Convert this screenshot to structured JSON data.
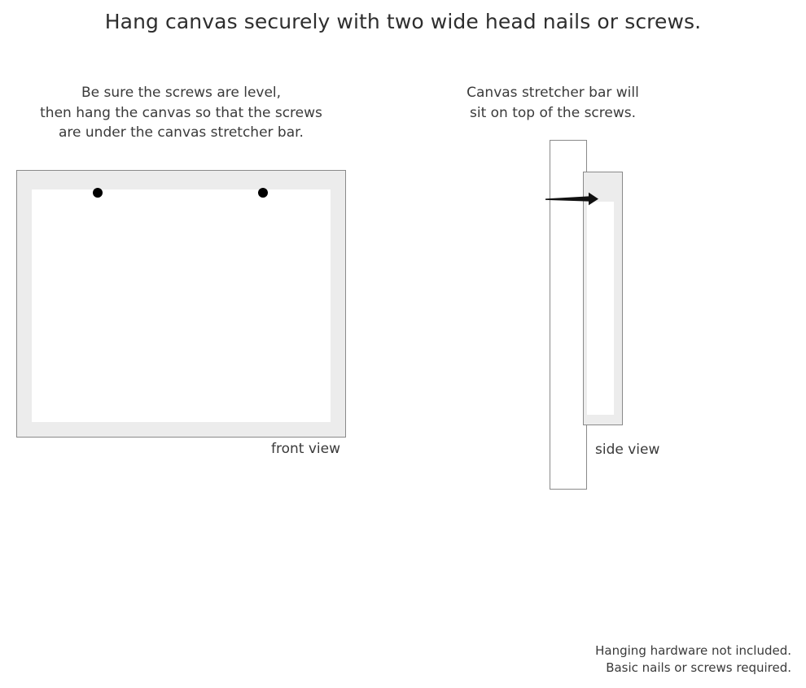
{
  "headline": "Hang canvas securely with two wide head nails or screws.",
  "captions": {
    "left": {
      "lines": [
        "Be sure the screws are level,",
        "then hang the canvas so that the screws",
        "are under the canvas stretcher bar."
      ]
    },
    "right": {
      "lines": [
        "Canvas stretcher bar will",
        "sit on top of the screws."
      ]
    }
  },
  "figures": {
    "front": {
      "label": "front view",
      "frame_color": "#ececec",
      "face_color": "#ffffff",
      "outline_color": "#8a8a8a",
      "screw_color": "#000000",
      "screw_count": 2
    },
    "side": {
      "label": "side view",
      "wall_color": "#ffffff",
      "canvas_color": "#ececec",
      "face_color": "#ffffff",
      "outline_color": "#8a8a8a",
      "nail_color": "#111111"
    }
  },
  "footnote": {
    "lines": [
      "Hanging hardware not included.",
      "Basic nails or screws required."
    ]
  }
}
